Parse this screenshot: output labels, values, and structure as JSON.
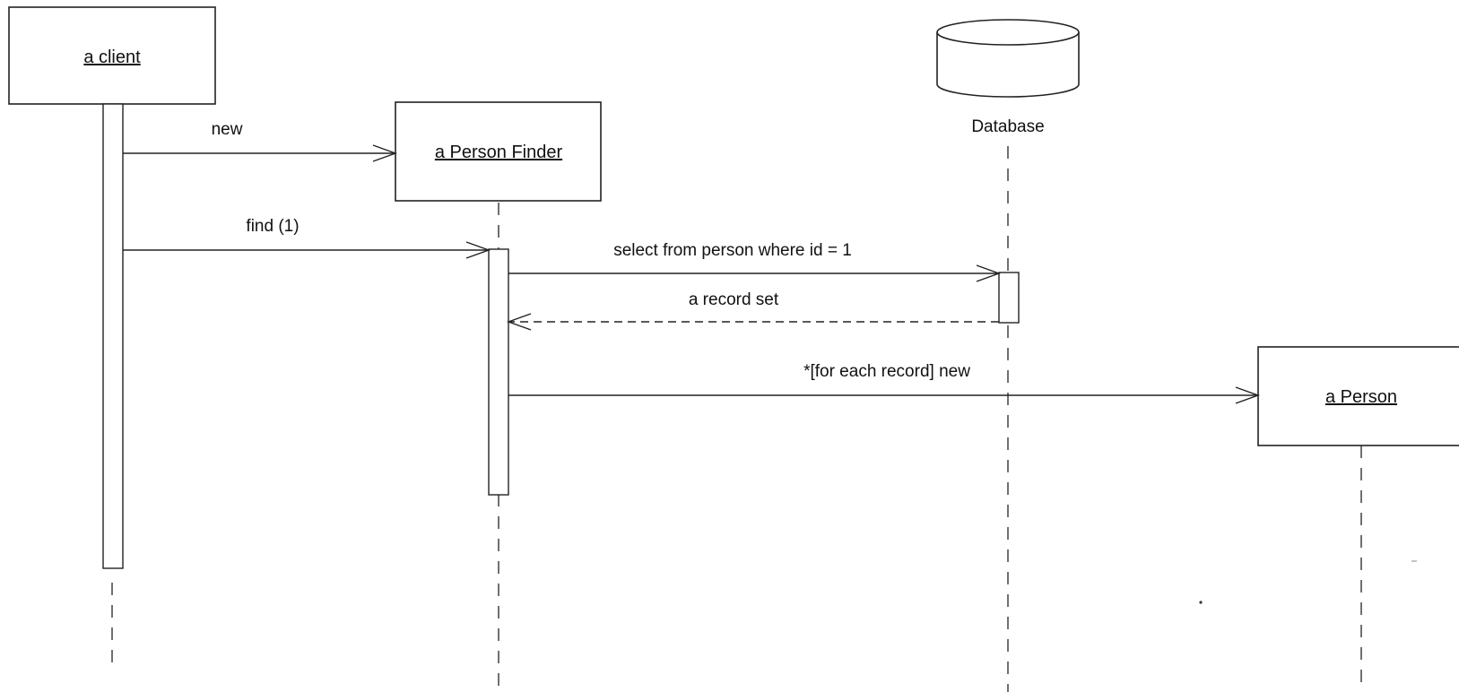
{
  "objects": {
    "client": {
      "label": "a client"
    },
    "person_finder": {
      "label": "a Person Finder"
    },
    "database": {
      "label": "Database"
    },
    "person": {
      "label": "a Person"
    }
  },
  "messages": {
    "new": "new",
    "find": "find (1)",
    "select": "select from person where id = 1",
    "record_set": "a record set",
    "for_each_new": "*[for each record] new"
  }
}
